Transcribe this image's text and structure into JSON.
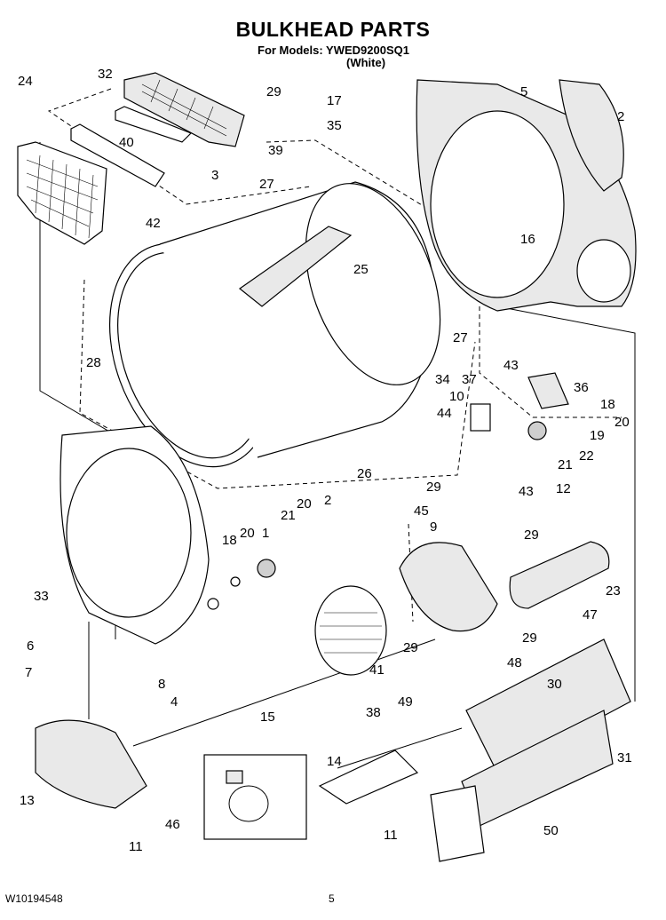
{
  "header": {
    "title": "BULKHEAD PARTS",
    "models": "For Models: YWED9200SQ1",
    "color": "(White)"
  },
  "footer": {
    "doc_number": "W10194548",
    "page_number": "5"
  },
  "callouts": [
    "1",
    "2",
    "2",
    "3",
    "4",
    "5",
    "6",
    "7",
    "8",
    "9",
    "10",
    "11",
    "11",
    "12",
    "13",
    "14",
    "15",
    "16",
    "17",
    "18",
    "18",
    "19",
    "20",
    "20",
    "20",
    "21",
    "21",
    "22",
    "23",
    "24",
    "25",
    "26",
    "27",
    "27",
    "28",
    "29",
    "29",
    "29",
    "29",
    "29",
    "30",
    "31",
    "32",
    "33",
    "34",
    "35",
    "36",
    "37",
    "38",
    "39",
    "40",
    "41",
    "42",
    "43",
    "43",
    "44",
    "45",
    "46",
    "47",
    "48",
    "49",
    "50"
  ]
}
